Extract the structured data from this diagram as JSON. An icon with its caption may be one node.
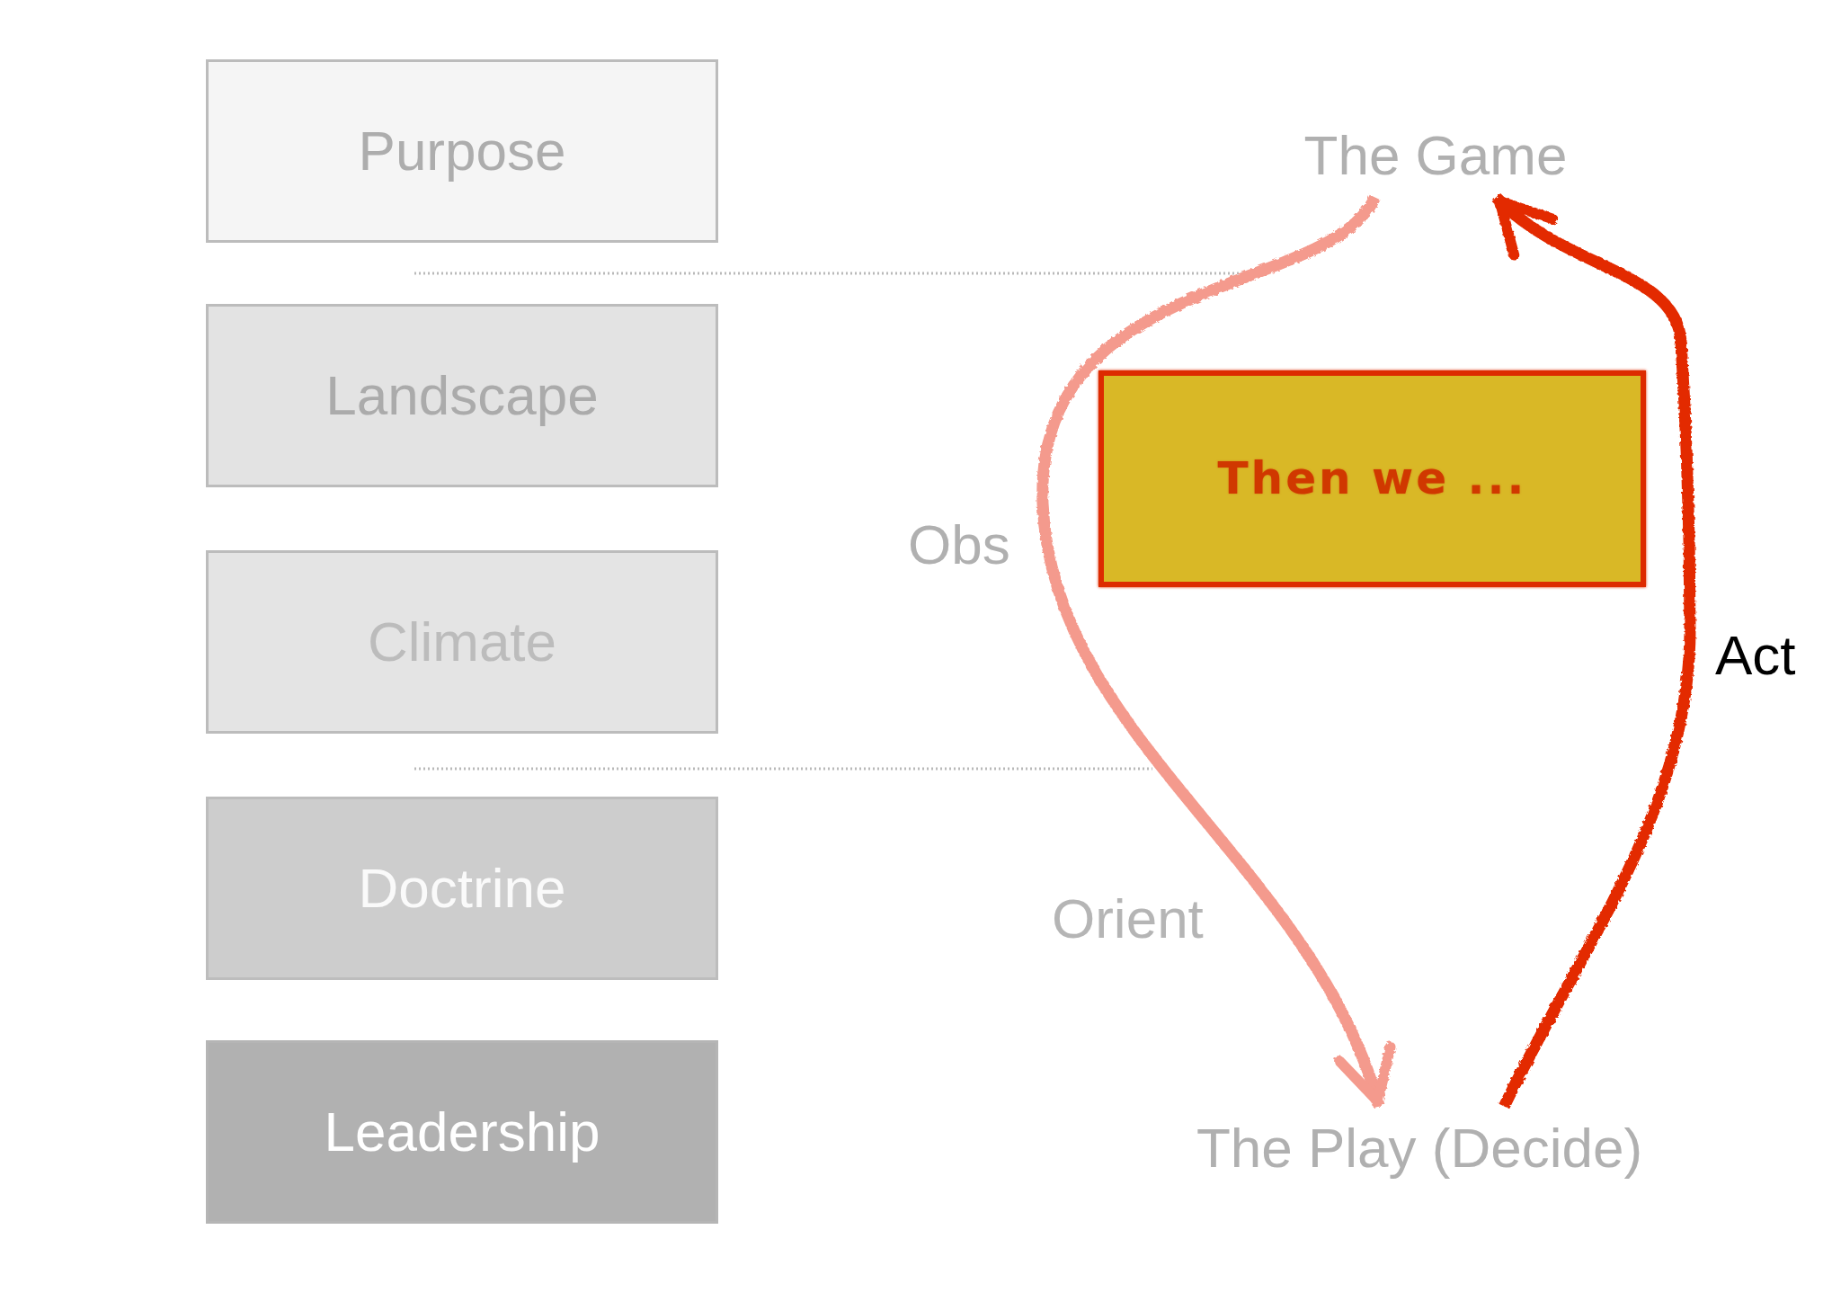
{
  "diagram": {
    "nodes": [
      {
        "text": [
          "Purpose"
        ]
      },
      {
        "text": [
          "Landscape"
        ]
      },
      {
        "text": [
          "Climate"
        ]
      },
      {
        "text": [
          "Doctrine"
        ]
      },
      {
        "text": [
          "Leadership"
        ]
      },
      {
        "text": [
          "The Game"
        ]
      },
      {
        "text": [
          "Then we ..."
        ]
      },
      {
        "text": [
          "The Play (Decide)"
        ]
      }
    ],
    "edges": [
      {
        "from": 5,
        "to": 7,
        "arrow": "to",
        "label": "Orient",
        "color": "#f49a8d"
      },
      {
        "from": 7,
        "to": 5,
        "arrow": "to",
        "label": "Act",
        "color": "#e32a00"
      }
    ],
    "labels": [
      "Obs"
    ]
  }
}
